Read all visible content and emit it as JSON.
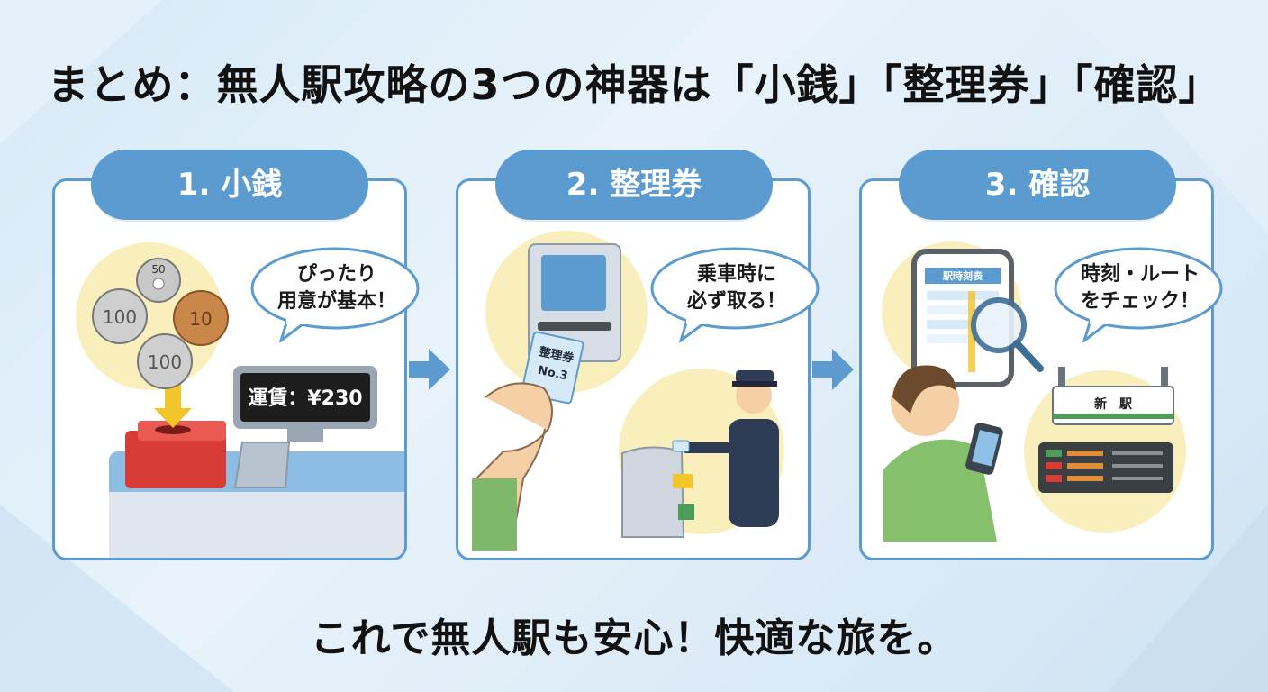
{
  "title": "まとめ：無人駅攻略の3つの神器は「小銭」「整理券」「確認」",
  "footer": "これで無人駅も安心！快適な旅を。",
  "colors": {
    "accent": "#5b9bd0",
    "card_border": "#5b9bd0",
    "circle_bg": "#f8efbd",
    "arrow": "#5b9bd0"
  },
  "steps": [
    {
      "label": "1. 小銭",
      "bubble": [
        "ぴったり",
        "用意が基本！"
      ],
      "illustration": {
        "coins": [
          "50",
          "100",
          "10",
          "100"
        ],
        "fare_display": "運賃：¥230",
        "icons": [
          "coin-icon",
          "fare-box-icon",
          "down-arrow-icon"
        ]
      }
    },
    {
      "label": "2. 整理券",
      "bubble": [
        "乗車時に",
        "必ず取る！"
      ],
      "illustration": {
        "ticket_title": "整理券",
        "ticket_number": "No.3",
        "icons": [
          "ticket-machine-icon",
          "hand-icon",
          "conductor-icon",
          "ticket-gate-icon"
        ]
      }
    },
    {
      "label": "3. 確認",
      "bubble": [
        "時刻・ルート",
        "をチェック！"
      ],
      "illustration": {
        "timetable_header": "駅時刻表",
        "station_sign": "新　駅",
        "icons": [
          "smartphone-icon",
          "magnifier-icon",
          "person-icon",
          "departure-board-icon"
        ]
      }
    }
  ]
}
